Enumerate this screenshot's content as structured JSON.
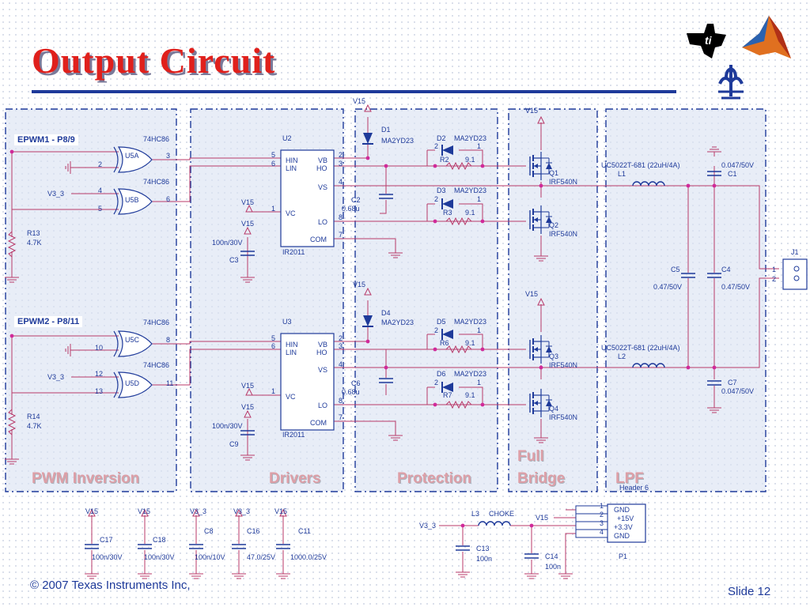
{
  "slide": {
    "title": "Output Circuit",
    "copyright": "© 2007 Texas Instruments Inc,",
    "slide_number": "Slide 12"
  },
  "sections": {
    "pwm_inversion": "PWM Inversion",
    "drivers": "Drivers",
    "protection": "Protection",
    "full_bridge_1": "Full",
    "full_bridge_2": "Bridge",
    "lpf": "LPF"
  },
  "inputs": {
    "epwm1": "EPWM1 - P8/9",
    "epwm2": "EPWM2 - P8/11"
  },
  "logic": {
    "chip": "74HC86",
    "u5a": "U5A",
    "u5b": "U5B",
    "u5c": "U5C",
    "u5d": "U5D",
    "pins_top": [
      "3",
      "2",
      "4",
      "5",
      "6"
    ],
    "pins_bottom": [
      "8",
      "10",
      "12",
      "13",
      "11"
    ],
    "v3_3": "V3_3",
    "r13": "R13",
    "r13_val": "4.7K",
    "r14": "R14",
    "r14_val": "4.7K"
  },
  "drivers": {
    "u2": "U2",
    "u3": "U3",
    "part": "IR2011",
    "hin": "HIN",
    "lin": "LIN",
    "vc": "VC",
    "vb": "VB",
    "ho": "HO",
    "vs": "VS",
    "lo": "LO",
    "com": "COM",
    "v15": "V15",
    "c3": "C3",
    "c9": "C9",
    "cap_val": "100n/30V",
    "pins": [
      "5",
      "6",
      "1",
      "2",
      "3",
      "4",
      "8",
      "7"
    ]
  },
  "protection": {
    "d1": "D1",
    "d4": "D4",
    "diode_part": "MA2YD23",
    "d2": "D2",
    "d3": "D3",
    "d5": "D5",
    "d6": "D6",
    "r2": "R2",
    "r3": "R3",
    "r6": "R6",
    "r7": "R7",
    "res_val": "9.1",
    "c2": "C2",
    "c6": "C6",
    "cboot": "0.68u",
    "p2": "2",
    "p1": "1"
  },
  "bridge": {
    "q1": "Q1",
    "q2": "Q2",
    "q3": "Q3",
    "q4": "Q4",
    "part": "IRF540N"
  },
  "lpf": {
    "inductor_part": "UC5022T-681  (22uH/4A)",
    "l1": "L1",
    "l2": "L2",
    "c1": "C1",
    "c7": "C7",
    "c_small": "0.047/50V",
    "c4": "C4",
    "c5": "C5",
    "c_big": "0.47/50V",
    "j1": "J1",
    "j_pins": [
      "1",
      "2"
    ]
  },
  "supply": {
    "caps": [
      {
        "rail": "V15",
        "ref": "C17",
        "val": "100n/30V"
      },
      {
        "rail": "V15",
        "ref": "C18",
        "val": "100n/30V"
      },
      {
        "rail": "V3_3",
        "ref": "C8",
        "val": "100n/10V"
      },
      {
        "rail": "V3_3",
        "ref": "C16",
        "val": "47.0/25V"
      },
      {
        "rail": "V15",
        "ref": "C11",
        "val": "1000.0/25V"
      }
    ],
    "l3": "L3",
    "choke": "CHOKE",
    "v15": "V15",
    "v3_3": "V3_3",
    "c13": "C13",
    "c13_val": "100n",
    "c14": "C14",
    "c14_val": "100n",
    "header": "Header 6",
    "p1": "P1",
    "header_pins": [
      "1",
      "2",
      "3",
      "4"
    ],
    "header_labels": [
      "GND",
      "+15V",
      "+3.3V",
      "GND"
    ]
  }
}
